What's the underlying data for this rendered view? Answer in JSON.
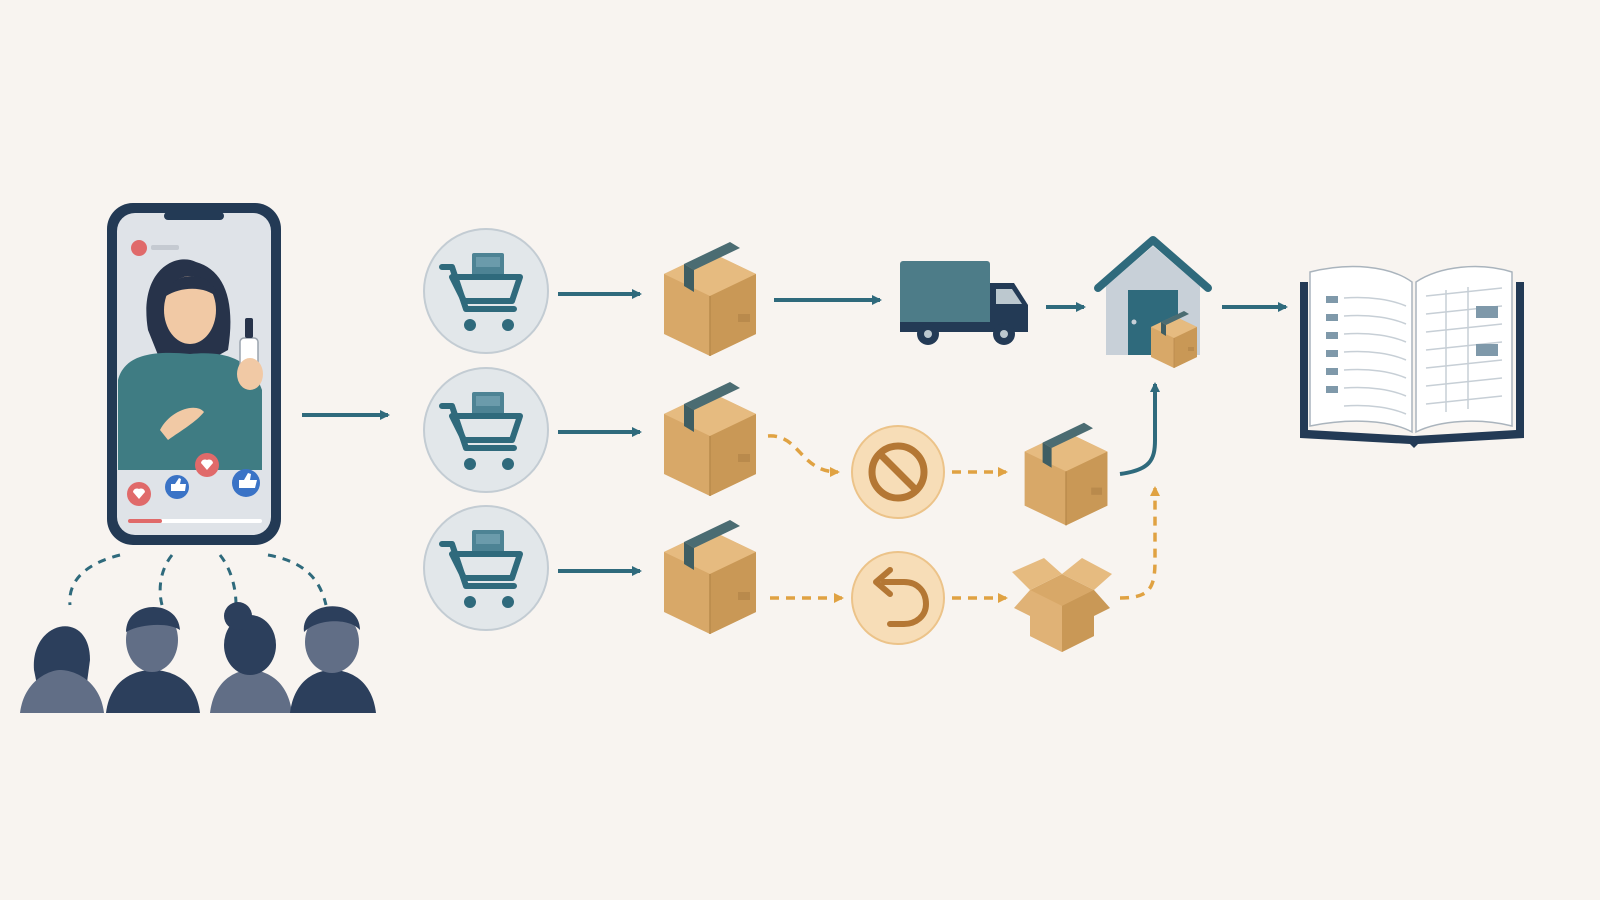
{
  "colors": {
    "background": "#f8f4f0",
    "navy": "#233a55",
    "teal": "#2f6a7c",
    "teal_light": "#4d8394",
    "box_tan": "#d8a868",
    "box_dark": "#b98a4c",
    "tape": "#4b6c72",
    "accent_orange": "#e0a242",
    "circle_fill": "#f7ddb7",
    "circle_icon": "#b47734",
    "cart_circle": "#e2e7ea",
    "heart_red": "#e06a6a",
    "like_blue": "#3a73c6",
    "audience_dark": "#2c3f5c",
    "audience_mid": "#616e86"
  },
  "icons": {
    "phone": "livestream-phone-icon",
    "audience": "audience-people-icon",
    "cart": "shopping-cart-icon",
    "package": "package-box-icon",
    "truck": "delivery-truck-icon",
    "warehouse": "warehouse-icon",
    "ledger": "ledger-book-icon",
    "cancel": "cancel-prohibited-icon",
    "return": "return-arrow-icon",
    "open_box": "open-box-icon"
  },
  "flows": {
    "order_rows": 3,
    "delivered_row": 1,
    "cancelled_row": 2,
    "returned_row": 3
  }
}
